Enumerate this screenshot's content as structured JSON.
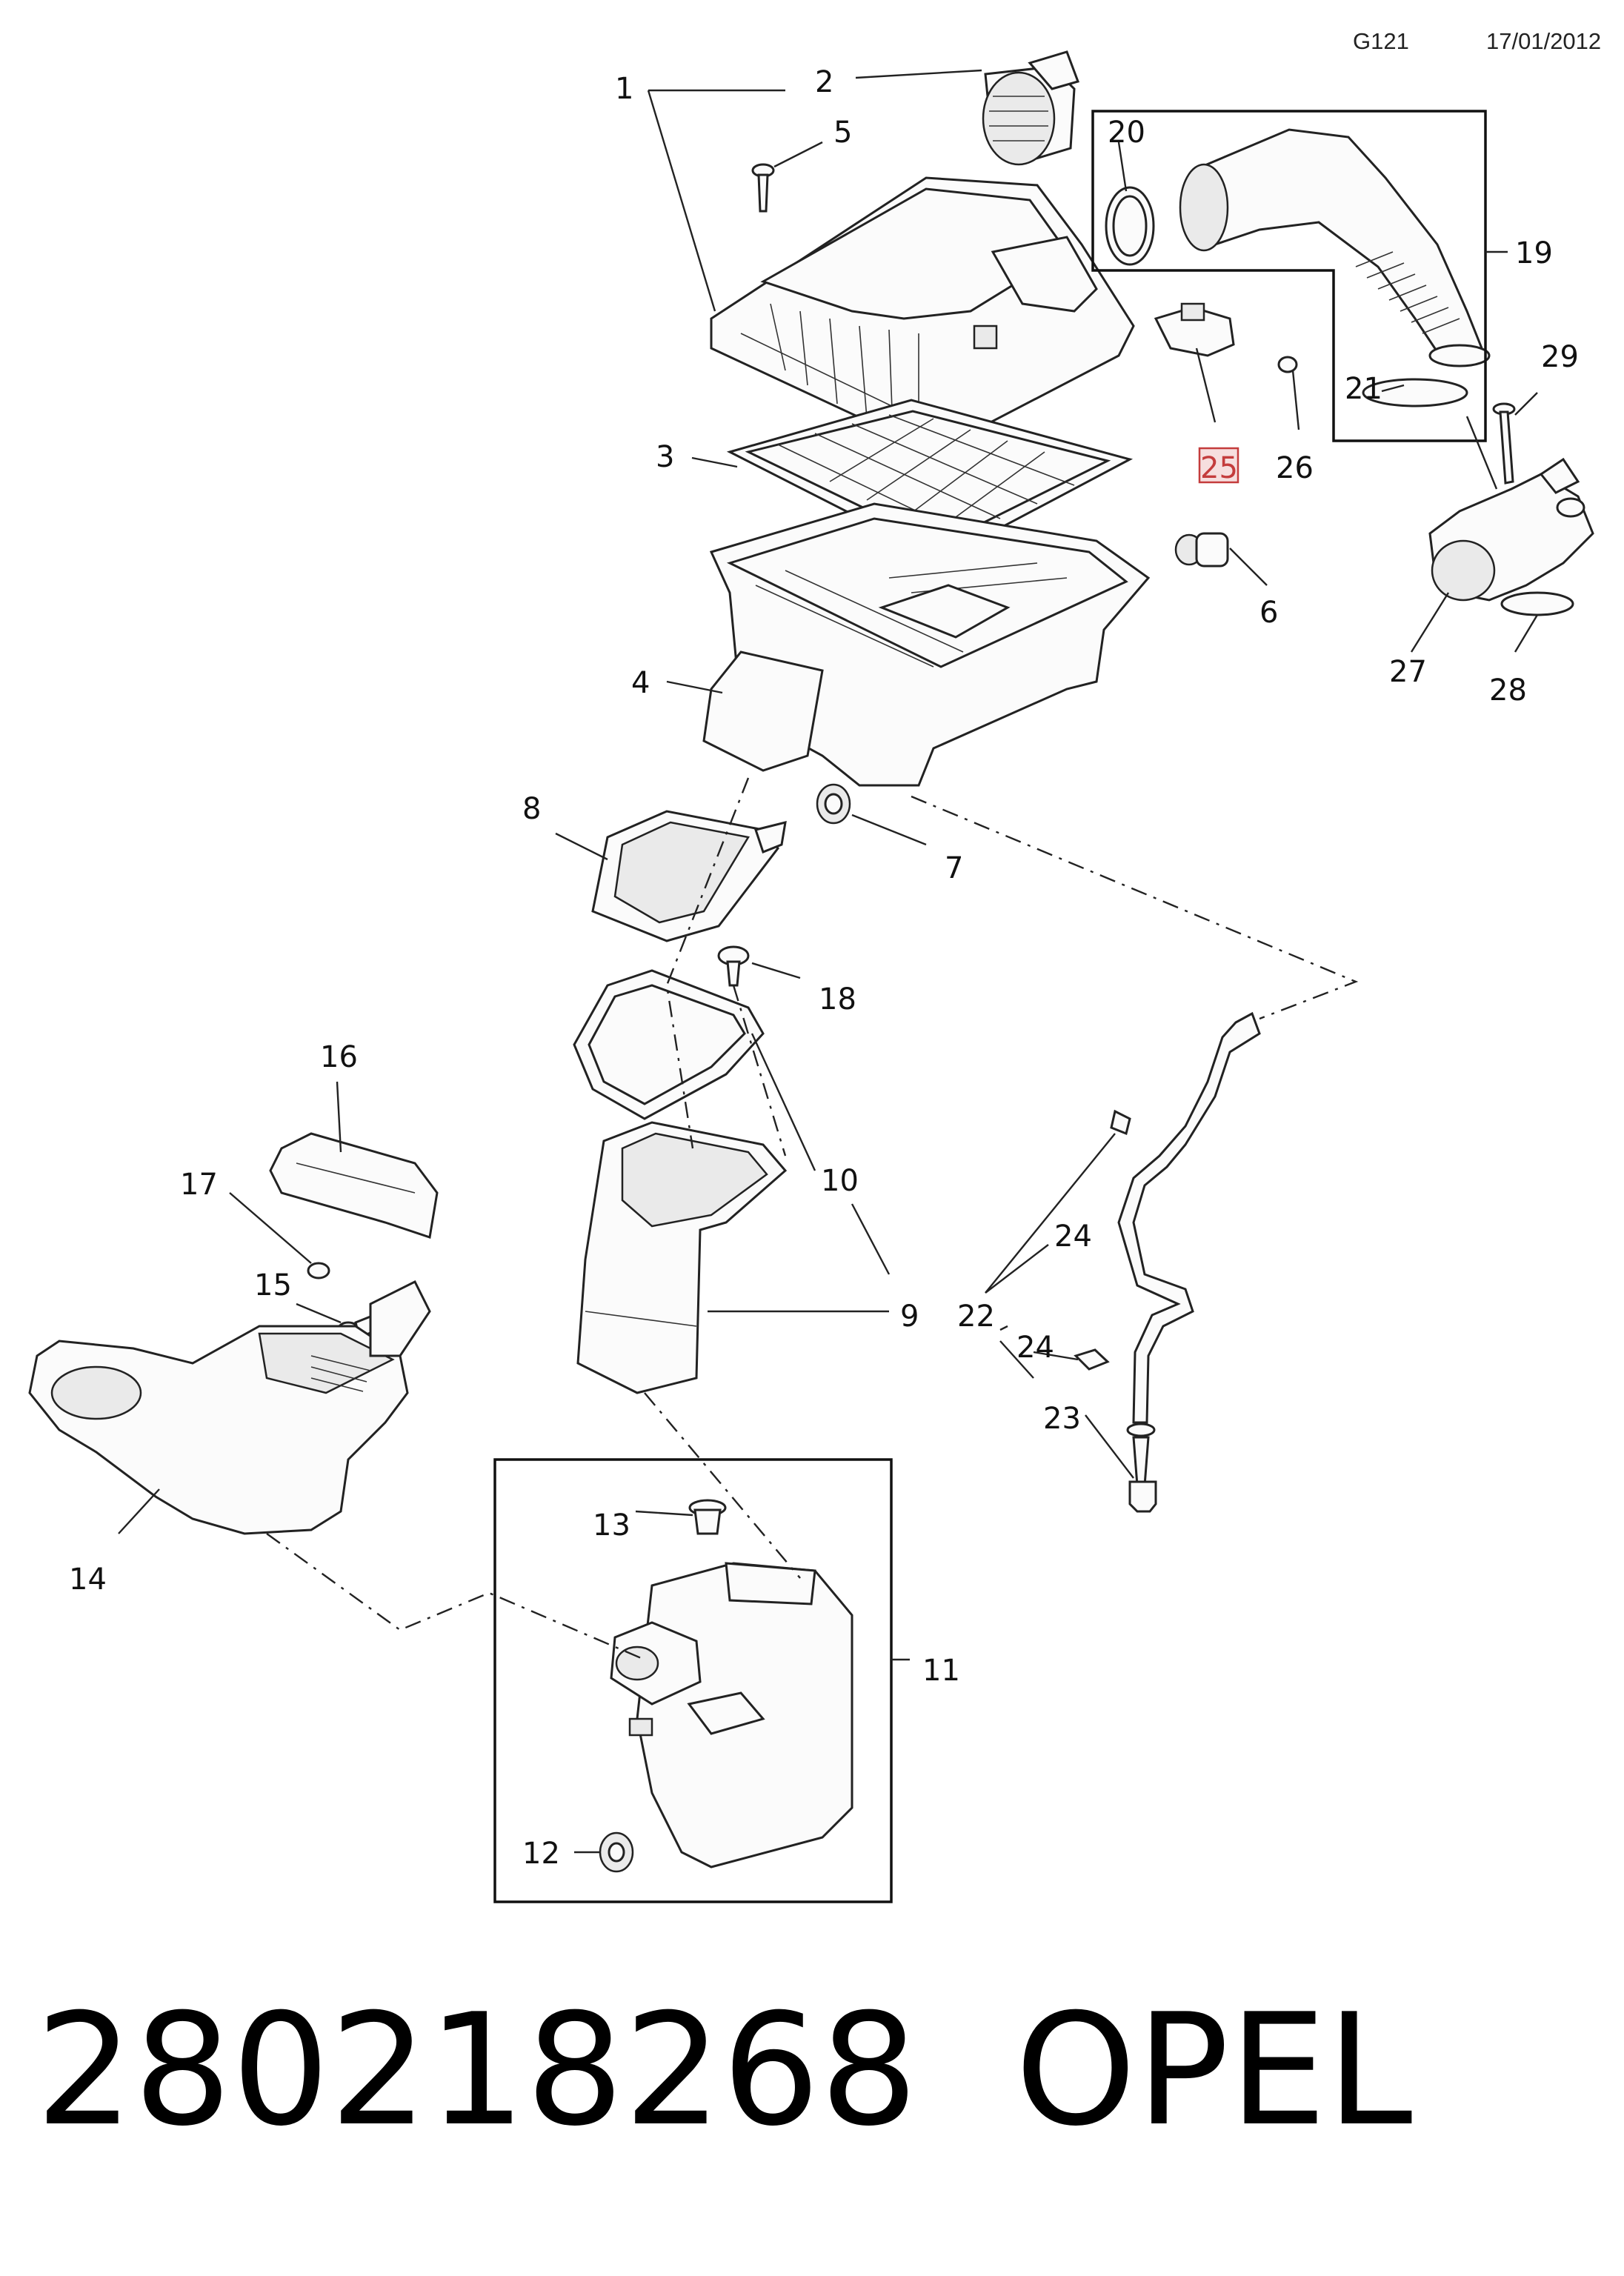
{
  "header": {
    "code": "G121",
    "date": "17/01/2012"
  },
  "callouts": [
    {
      "id": "1",
      "label": "1"
    },
    {
      "id": "2",
      "label": "2"
    },
    {
      "id": "3",
      "label": "3"
    },
    {
      "id": "4",
      "label": "4"
    },
    {
      "id": "5",
      "label": "5"
    },
    {
      "id": "6",
      "label": "6"
    },
    {
      "id": "7",
      "label": "7"
    },
    {
      "id": "8",
      "label": "8"
    },
    {
      "id": "9",
      "label": "9"
    },
    {
      "id": "10",
      "label": "10"
    },
    {
      "id": "11",
      "label": "11"
    },
    {
      "id": "12",
      "label": "12"
    },
    {
      "id": "13",
      "label": "13"
    },
    {
      "id": "14",
      "label": "14"
    },
    {
      "id": "15",
      "label": "15"
    },
    {
      "id": "16",
      "label": "16"
    },
    {
      "id": "17",
      "label": "17"
    },
    {
      "id": "18",
      "label": "18"
    },
    {
      "id": "19",
      "label": "19"
    },
    {
      "id": "20",
      "label": "20"
    },
    {
      "id": "21",
      "label": "21"
    },
    {
      "id": "22",
      "label": "22"
    },
    {
      "id": "23",
      "label": "23"
    },
    {
      "id": "24a",
      "label": "24"
    },
    {
      "id": "24b",
      "label": "24"
    },
    {
      "id": "25",
      "label": "25",
      "highlighted": true
    },
    {
      "id": "26",
      "label": "26"
    },
    {
      "id": "27",
      "label": "27"
    },
    {
      "id": "28",
      "label": "28"
    },
    {
      "id": "29",
      "label": "29"
    }
  ],
  "footer": {
    "part_number": "280218268",
    "brand": "OPEL"
  },
  "colors": {
    "line": "#222222",
    "highlight": "#c43c3c",
    "highlight_fill": "#f6dede"
  }
}
